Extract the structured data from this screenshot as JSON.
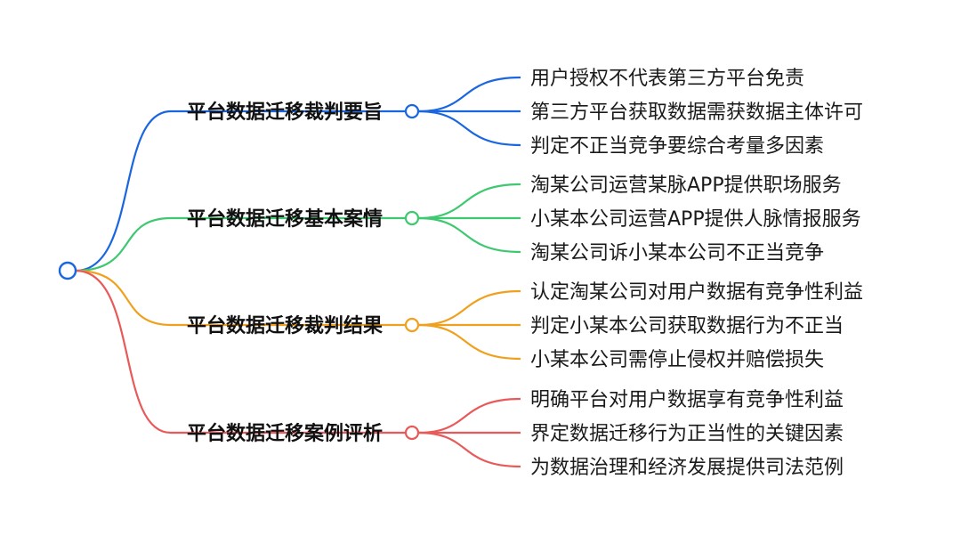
{
  "root": {
    "color": "#1a66e0"
  },
  "branches": [
    {
      "label": "平台数据迁移裁判要旨",
      "color": "#1a66e0",
      "children": [
        "用户授权不代表第三方平台免责",
        "第三方平台获取数据需获数据主体许可",
        "判定不正当竞争要综合考量多因素"
      ]
    },
    {
      "label": "平台数据迁移基本案情",
      "color": "#3ec870",
      "children": [
        "淘某公司运营某脉APP提供职场服务",
        "小某本公司运营APP提供人脉情报服务",
        "淘某公司诉小某本公司不正当竞争"
      ]
    },
    {
      "label": "平台数据迁移裁判结果",
      "color": "#f0a01c",
      "children": [
        "认定淘某公司对用户数据有竞争性利益",
        "判定小某本公司获取数据行为不正当",
        "小某本公司需停止侵权并赔偿损失"
      ]
    },
    {
      "label": "平台数据迁移案例评析",
      "color": "#e85a5a",
      "children": [
        "明确平台对用户数据享有竞争性利益",
        "界定数据迁移行为正当性的关键因素",
        "为数据治理和经济发展提供司法范例"
      ]
    }
  ]
}
